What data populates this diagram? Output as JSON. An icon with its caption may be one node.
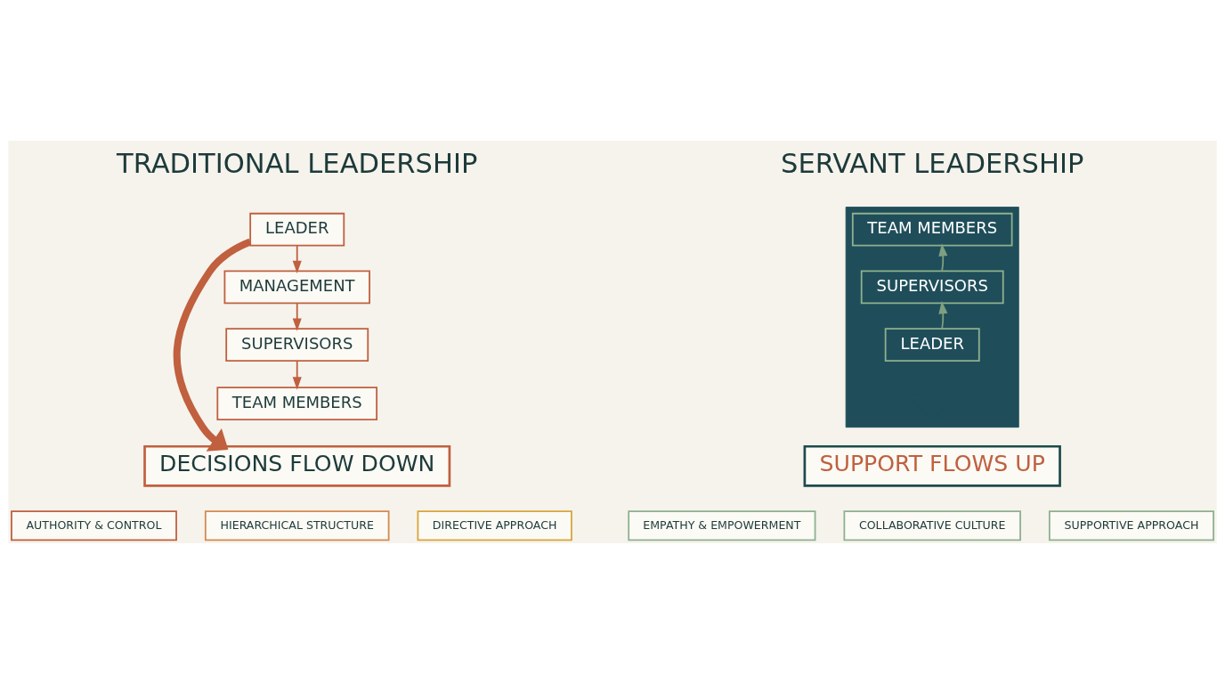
{
  "diagram": {
    "nodes": [
      {
        "text": [
          "LEADER"
        ]
      },
      {
        "text": [
          "MANAGEMENT"
        ]
      },
      {
        "text": [
          "SUPERVISORS"
        ]
      },
      {
        "text": [
          "TEAM MEMBERS"
        ]
      },
      {
        "text": [
          "DECISIONS FLOW DOWN"
        ]
      },
      {
        "text": [
          "AUTHORITY & CONTROL"
        ]
      },
      {
        "text": [
          "HIERARCHICAL STRUCTURE"
        ]
      },
      {
        "text": [
          "DIRECTIVE APPROACH"
        ]
      },
      {
        "text": [],
        "shape": "triangle"
      },
      {
        "text": [
          "TEAM MEMBERS"
        ],
        "in": 8
      },
      {
        "text": [
          "SUPERVISORS"
        ],
        "in": 8
      },
      {
        "text": [
          "LEADER"
        ],
        "in": 8
      },
      {
        "text": [
          "SUPPORT FLOWS UP"
        ]
      },
      {
        "text": [
          "EMPATHY & EMPOWERMENT"
        ]
      },
      {
        "text": [
          "COLLABORATIVE CULTURE"
        ]
      },
      {
        "text": [
          "SUPPORTIVE APPROACH"
        ]
      }
    ],
    "edges": [
      {
        "from": 0,
        "to": 1,
        "arrow": "to"
      },
      {
        "from": 1,
        "to": 2,
        "arrow": "to"
      },
      {
        "from": 2,
        "to": 3,
        "arrow": "to"
      },
      {
        "from": 0,
        "to": 4,
        "arrow": "to",
        "style": "thick"
      },
      {
        "from": 11,
        "to": 10,
        "arrow": "to",
        "color": "#7f9f80"
      },
      {
        "from": 10,
        "to": 9,
        "arrow": "to",
        "color": "#7f9f80"
      }
    ],
    "labels": [
      "TRADITIONAL LEADERSHIP",
      "SERVANT LEADERSHIP"
    ]
  }
}
